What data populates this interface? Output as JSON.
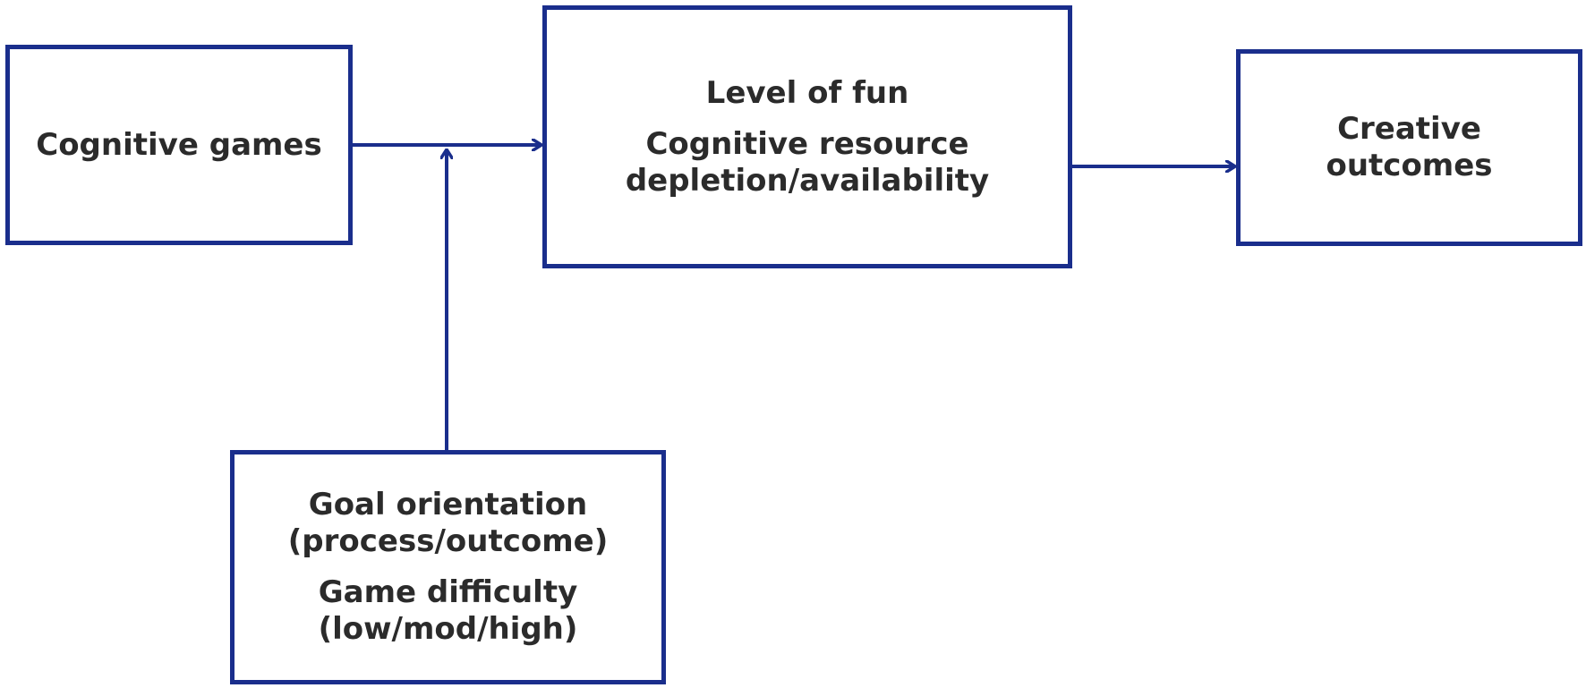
{
  "colors": {
    "box_border": "#1a2e8c",
    "arrow": "#1a2e8c",
    "text": "#2b2b2b",
    "background": "#ffffff"
  },
  "nodes": {
    "cognitive_games": {
      "lines": [
        "Cognitive games"
      ]
    },
    "mediators": {
      "lines": [
        "Level of fun",
        "Cognitive resource",
        "depletion/availability"
      ]
    },
    "creative_outcomes": {
      "lines": [
        "Creative",
        "outcomes"
      ]
    },
    "moderators": {
      "lines": [
        "Goal orientation",
        "(process/outcome)",
        "Game difficulty",
        "(low/mod/high)"
      ]
    }
  },
  "edges": [
    {
      "from": "cognitive_games",
      "to": "mediators",
      "type": "arrow"
    },
    {
      "from": "mediators",
      "to": "creative_outcomes",
      "type": "arrow"
    },
    {
      "from": "moderators",
      "to": "cognitive_games->mediators",
      "type": "moderation-arrow"
    }
  ]
}
